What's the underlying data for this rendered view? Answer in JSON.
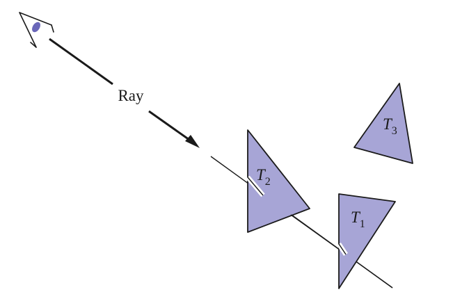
{
  "diagram": {
    "ray_label": "Ray",
    "triangles": [
      {
        "id": "T2",
        "letter": "T",
        "sub": "2"
      },
      {
        "id": "T1",
        "letter": "T",
        "sub": "1"
      },
      {
        "id": "T3",
        "letter": "T",
        "sub": "3"
      }
    ],
    "colors": {
      "triangle_fill": "#a7a5d6",
      "stroke": "#1a1a1a",
      "eye_iris": "#6a67b9"
    },
    "icon": "eye-icon"
  }
}
